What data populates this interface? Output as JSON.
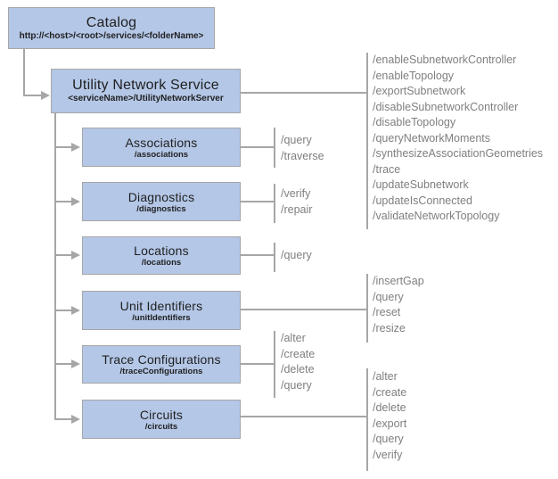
{
  "diagram": {
    "catalog": {
      "title": "Catalog",
      "path": "http://<host>/<root>/services/<folderName>"
    },
    "service": {
      "title": "Utility Network Service",
      "path": "<serviceName>/UtilityNetworkServer",
      "operations": [
        "/enableSubnetworkController",
        "/enableTopology",
        "/exportSubnetwork",
        "/disableSubnetworkController",
        "/disableTopology",
        "/queryNetworkMoments",
        "/synthesizeAssociationGeometries",
        "/trace",
        "/updateSubnetwork",
        "/updateIsConnected",
        "/validateNetworkTopology"
      ]
    },
    "resources": [
      {
        "title": "Associations",
        "path": "/associations",
        "operations": [
          "/query",
          "/traverse"
        ]
      },
      {
        "title": "Diagnostics",
        "path": "/diagnostics",
        "operations": [
          "/verify",
          "/repair"
        ]
      },
      {
        "title": "Locations",
        "path": "/locations",
        "operations": [
          "/query"
        ]
      },
      {
        "title": "Unit Identifiers",
        "path": "/unitIdentifiers",
        "operations": [
          "/insertGap",
          "/query",
          "/reset",
          "/resize"
        ]
      },
      {
        "title": "Trace Configurations",
        "path": "/traceConfigurations",
        "operations": [
          "/alter",
          "/create",
          "/delete",
          "/query"
        ]
      },
      {
        "title": "Circuits",
        "path": "/circuits",
        "operations": [
          "/alter",
          "/create",
          "/delete",
          "/export",
          "/query",
          "/verify"
        ]
      }
    ],
    "colors": {
      "box_fill": "#b4c7e7",
      "box_border": "#a6a6a6",
      "connector": "#a6a6a6",
      "operation_text": "#7f7f7f",
      "node_text": "#1f1f1f",
      "background": "#ffffff"
    }
  }
}
